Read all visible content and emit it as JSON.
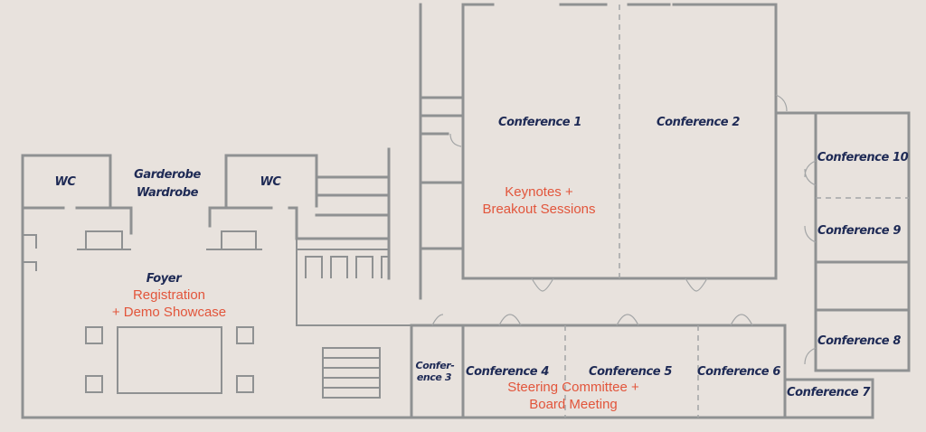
{
  "rooms": {
    "wc_left": "WC",
    "garderobe": "Garderobe",
    "wardrobe": "Wardrobe",
    "wc_right": "WC",
    "foyer": "Foyer",
    "conference_1": "Conference 1",
    "conference_2": "Conference 2",
    "conference_3_line1": "Confer-",
    "conference_3_line2": "ence 3",
    "conference_4": "Conference 4",
    "conference_5": "Conference 5",
    "conference_6": "Conference 6",
    "conference_7": "Conference 7",
    "conference_8": "Conference 8",
    "conference_9": "Conference 9",
    "conference_10": "Conference 10"
  },
  "events": {
    "keynotes_line1": "Keynotes +",
    "keynotes_line2": "Breakout Sessions",
    "registration_line1": "Registration",
    "registration_line2": "+ Demo Showcase",
    "steering_line1": "Steering Committee +",
    "steering_line2": "Board Meeting"
  },
  "colors": {
    "background": "#e8e2dd",
    "walls": "#8f9192",
    "room_label": "#1e2a55",
    "event_label": "#e2553b"
  }
}
